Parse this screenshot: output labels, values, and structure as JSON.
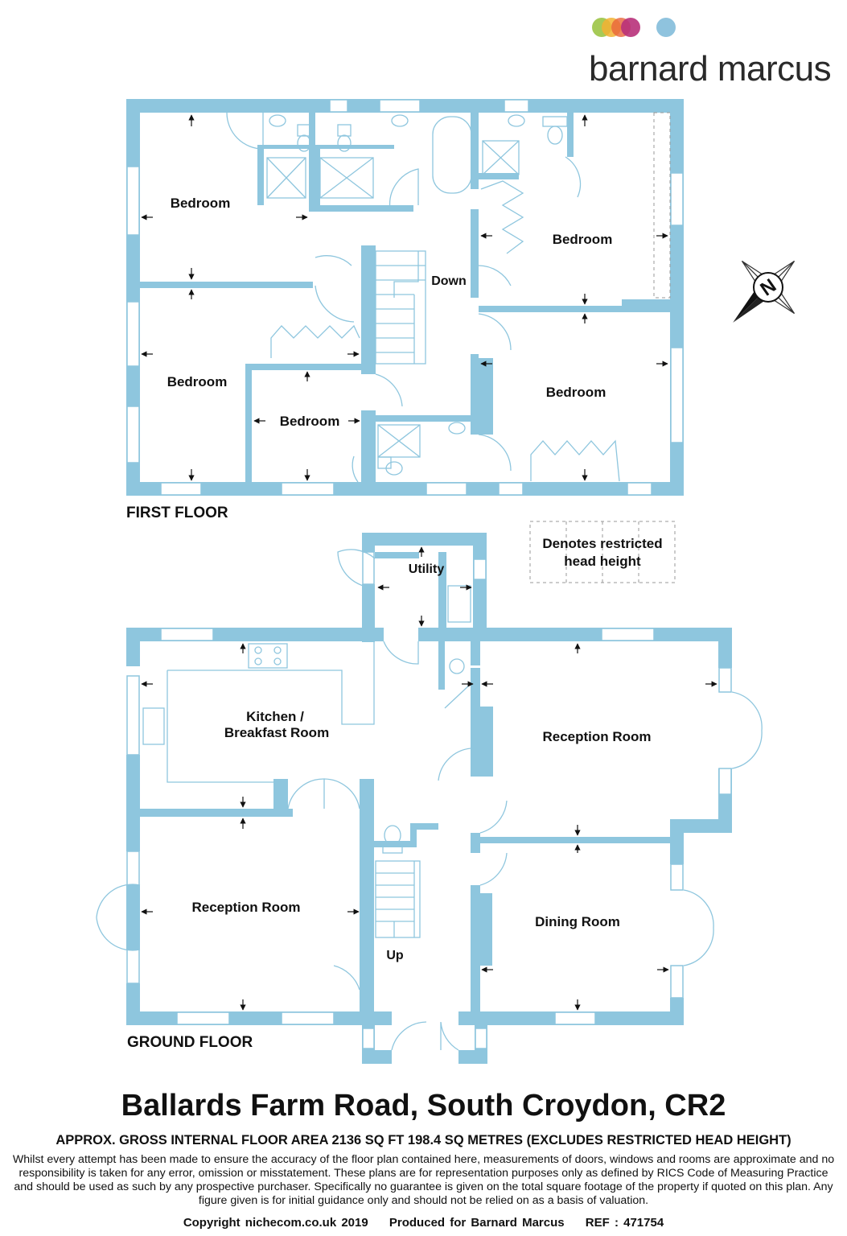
{
  "brand": {
    "name": "barnard marcus",
    "dot_colors": [
      "#9cc445",
      "#f2b233",
      "#e8643a",
      "#b8317a",
      "#8fc3de"
    ]
  },
  "colors": {
    "wall": "#8ec6de",
    "ink": "#111111"
  },
  "first_floor": {
    "label": "FIRST FLOOR",
    "rooms": [
      "Bedroom",
      "Bedroom",
      "Bedroom",
      "Bedroom",
      "Bedroom"
    ],
    "stairs_label": "Down"
  },
  "ground_floor": {
    "label": "GROUND FLOOR",
    "rooms": {
      "utility": "Utility",
      "kitchen_line1": "Kitchen /",
      "kitchen_line2": "Breakfast Room",
      "reception_right": "Reception Room",
      "reception_left": "Reception Room",
      "dining": "Dining Room"
    },
    "stairs_label": "Up"
  },
  "legend": {
    "line1": "Denotes restricted",
    "line2": "head height"
  },
  "compass": {
    "letter": "N"
  },
  "footer": {
    "address": "Ballards Farm Road, South Croydon, CR2",
    "area": "APPROX. GROSS INTERNAL FLOOR AREA 2136 SQ FT 198.4 SQ METRES (EXCLUDES RESTRICTED HEAD HEIGHT)",
    "disclaimer": "Whilst every attempt has been made to ensure the accuracy of the floor plan contained here, measurements of doors, windows and rooms are approximate and no responsibility is taken for any error, omission or misstatement. These plans are for representation purposes only as defined by RICS Code of Measuring Practice and should be used as such by any prospective purchaser.  Specifically no guarantee is given on the total square footage of the property if quoted on this plan. Any figure given is for initial guidance only and should not be relied on as a basis of valuation.",
    "copyright": "Copyright nichecom.co.uk 2019",
    "produced_for": "Produced for Barnard Marcus",
    "ref": "REF : 471754"
  }
}
